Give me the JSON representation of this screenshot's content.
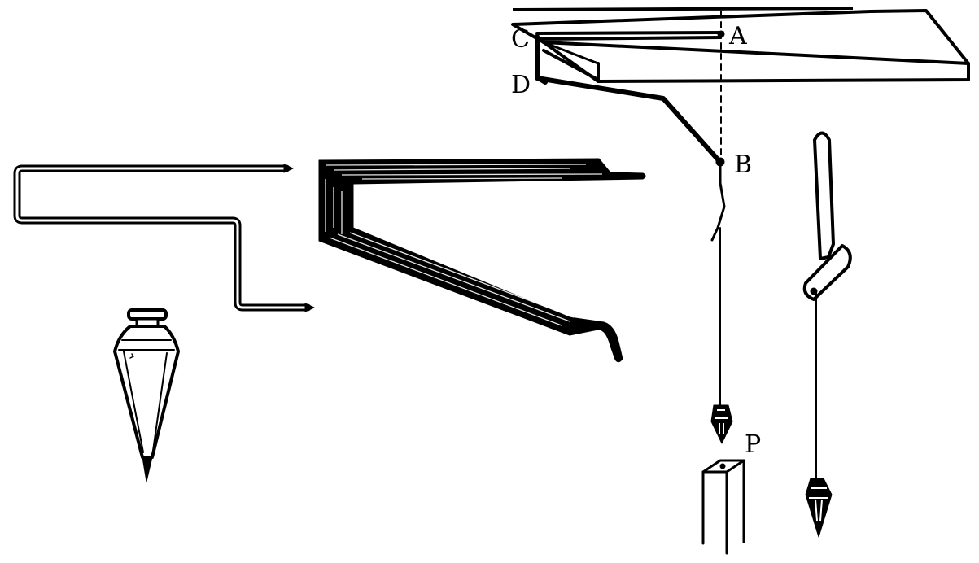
{
  "labels": {
    "a": "A",
    "b": "B",
    "c": "C",
    "d": "D",
    "p": "P"
  },
  "colors": {
    "ink": "#000000",
    "paper": "#ffffff"
  }
}
